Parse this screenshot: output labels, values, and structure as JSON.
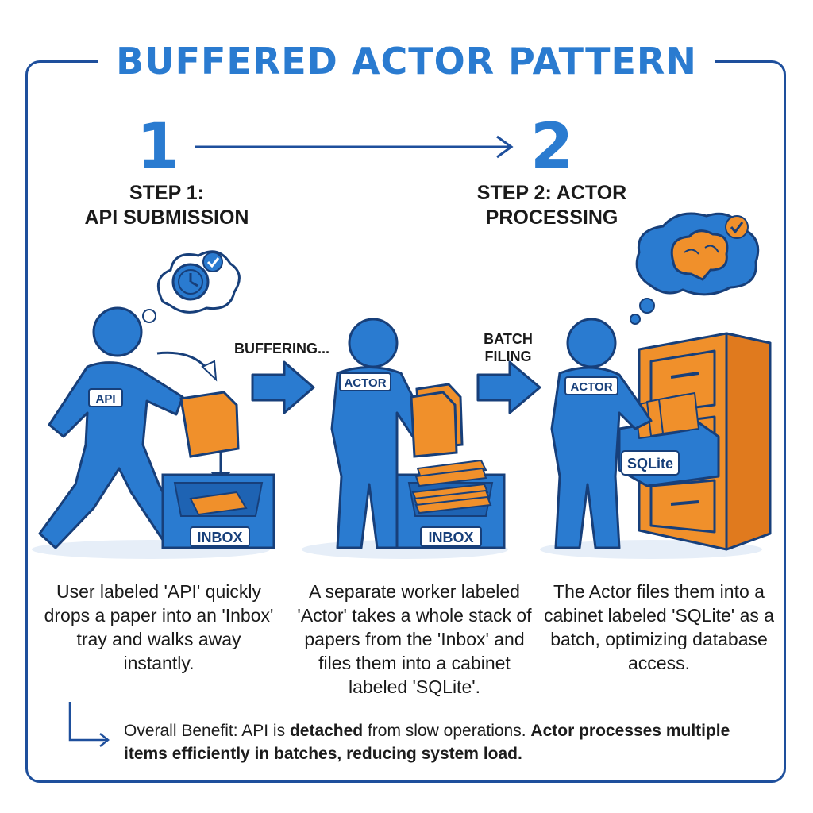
{
  "title": "BUFFERED ACTOR PATTERN",
  "steps": [
    {
      "number": "1",
      "label": "STEP 1:\nAPI SUBMISSION"
    },
    {
      "number": "2",
      "label": "STEP 2: ACTOR\nPROCESSING"
    }
  ],
  "flow_labels": {
    "buffering": "BUFFERING...",
    "batch_filing": "BATCH\nFILING"
  },
  "tags": {
    "api": "API",
    "actor1": "ACTOR",
    "actor2": "ACTOR",
    "inbox1": "INBOX",
    "inbox2": "INBOX",
    "sqlite": "SQLite"
  },
  "descriptions": [
    "User labeled 'API' quickly drops a paper into an 'Inbox' tray and walks away instantly.",
    "A separate worker labeled 'Actor' takes a whole stack of papers from the 'Inbox' and files them into a cabinet labeled 'SQLite'.",
    "The Actor files them into a cabinet labeled 'SQLite' as a batch, optimizing database access."
  ],
  "benefit": {
    "part1": "Overall Benefit: API is ",
    "part2": "detached",
    "part3": " from slow operations. ",
    "part4": "Actor processes multiple items efficiently in batches, reducing system load."
  },
  "colors": {
    "blue": "#2a7bd0",
    "dark_blue": "#1e4f9c",
    "orange": "#f0902b",
    "outline": "#173f7a"
  },
  "icons": [
    "clock-icon",
    "brain-icon",
    "check-icon",
    "document-icon",
    "filing-cabinet-icon",
    "inbox-tray-icon",
    "arrow-icon"
  ]
}
